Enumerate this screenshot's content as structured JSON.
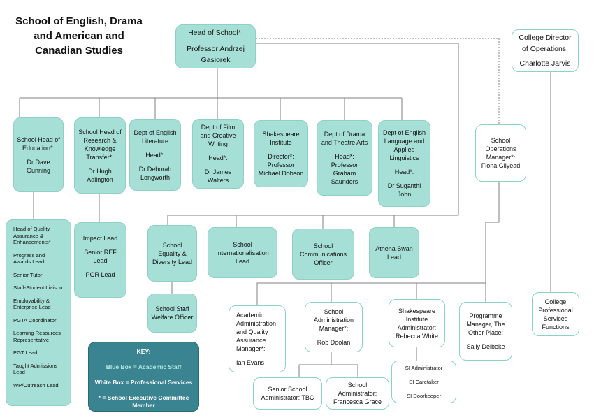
{
  "title": "School of English, Drama and American and Canadian Studies",
  "colors": {
    "academic": "#a6dfd6",
    "professional": "#ffffff",
    "border": "#8ad3c7",
    "key": "#3a8391",
    "line": "#7f7f7f"
  },
  "head": {
    "role": "Head of School*:",
    "name": "Professor Andrzej Gasiorek"
  },
  "college_director": {
    "role": "College Director of Operations:",
    "name": "Charlotte Jarvis"
  },
  "head_education": {
    "role": "School Head of Education*:",
    "name": "Dr Dave Gunning"
  },
  "head_research": {
    "role": "School Head of Research & Knowledge Transfer*:",
    "name": "Dr Hugh Adlington"
  },
  "dept_english": {
    "role": "Dept of English Literature",
    "head": "Head*:",
    "name": "Dr Deborah Longworth"
  },
  "dept_film": {
    "role": "Dept of Film and Creative Writing",
    "head": "Head*:",
    "name": "Dr James Walters"
  },
  "shakespeare": {
    "role": "Shakespeare Institute",
    "director": "Director*:",
    "name": "Professor Michael Dobson"
  },
  "dept_drama": {
    "role": "Dept of Drama and Theatre Arts",
    "head": "Head*:",
    "name": "Professor Graham Saunders"
  },
  "dept_language": {
    "role": "Dept of English Language and Applied Linguistics",
    "head": "Head*:",
    "name": "Dr Suganthi John"
  },
  "ops_manager": {
    "role": "School Operations Manager*:",
    "name": "Fiona Gilyead"
  },
  "education_list": [
    "Head of Quality Assurance & Enhancements*",
    "Progress and Awards Lead",
    "Senior Tutor",
    "Staff-Student Liaison",
    "Employability & Enterprise Lead",
    "PGTA Coordinator",
    "Learning Resources Representative",
    "PGT Lead",
    "Taught Admissions Lead",
    "WP/Outreach Lead"
  ],
  "research_list": [
    "Impact Lead",
    "Senior REF Lead",
    "PGR Lead"
  ],
  "equality": "School Equality & Diversity Lead",
  "welfare": "School Staff Welfare Officer",
  "international": "School Internationalisation Lead",
  "communications": "School Communications Officer",
  "athena": "Athena Swan Lead",
  "aqa": {
    "role": "Academic Administration and Quality Assurance Manager*:",
    "name": "Ian Evans"
  },
  "admin_manager": {
    "role": "School Administration Manager*:",
    "name": "Rob Doolan"
  },
  "si_admin": {
    "role": "Shakespeare Institute Administrator:",
    "name": "Rebecca White"
  },
  "programme": {
    "role": "Programme Manager, The Other Place:",
    "name": "Sally Delbeke"
  },
  "college_services": "College Professional Services Functions",
  "senior_admin": "Senior School Administrator: TBC",
  "school_admin": "School Administrator: Francesca Grace",
  "si_list": [
    "SI Administrator",
    "SI Caretaker",
    "SI Doorkeeper"
  ],
  "key": {
    "title": "KEY:",
    "blue": "Blue Box = Academic Staff",
    "white": "White Box = Professional Services",
    "star": "* = School Executive Committee Member"
  }
}
